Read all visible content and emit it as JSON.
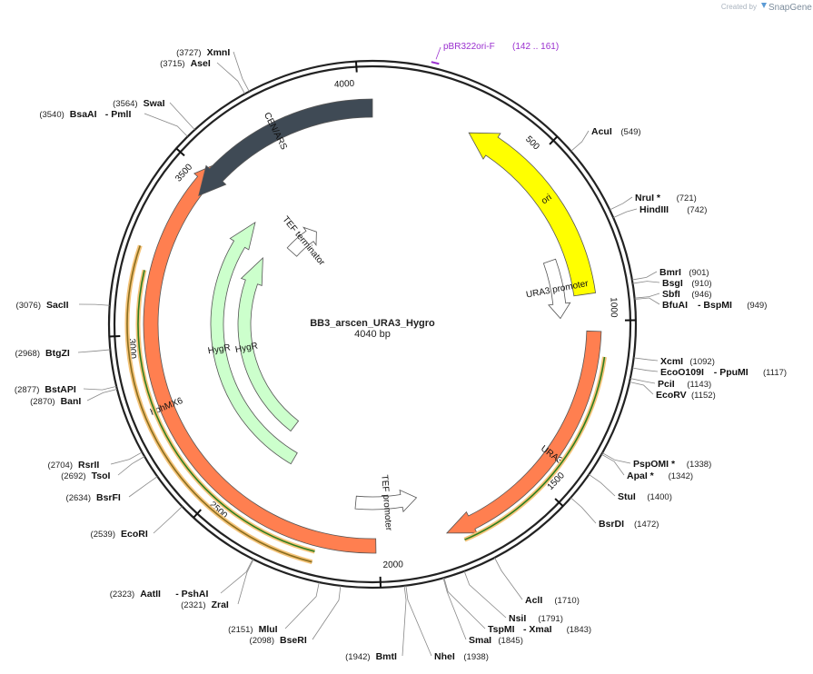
{
  "branding": {
    "created_by": "Created by",
    "app": "SnapGene"
  },
  "plasmid": {
    "name": "BB3_arscen_URA3_Hygro",
    "length_label": "4040 bp",
    "length": 4040
  },
  "ticks": [
    {
      "pos": 500,
      "label": "500"
    },
    {
      "pos": 1000,
      "label": "1000"
    },
    {
      "pos": 1500,
      "label": "1500"
    },
    {
      "pos": 2000,
      "label": "2000"
    },
    {
      "pos": 2500,
      "label": "2500"
    },
    {
      "pos": 3000,
      "label": "3000"
    },
    {
      "pos": 3500,
      "label": "3500"
    },
    {
      "pos": 4000,
      "label": "4000"
    }
  ],
  "features": [
    {
      "id": "ori",
      "label": "ori",
      "color": "#ffff00",
      "start": 300,
      "end": 920,
      "dir": -1
    },
    {
      "id": "ura3-promoter",
      "label": "URA3 promoter",
      "color": "#ffffff",
      "start": 790,
      "end": 990,
      "dir": 1
    },
    {
      "id": "ura3",
      "label": "URA3",
      "color": "#ff7f50",
      "start": 1030,
      "end": 1800,
      "dir": 1
    },
    {
      "id": "tef-promoter",
      "label": "TEF promoter",
      "color": "#ffffff",
      "start": 1860,
      "end": 2080,
      "dir": -1
    },
    {
      "id": "hygr-1",
      "label": "HygR",
      "color": "#ccffcc",
      "start": 2360,
      "end": 3490,
      "dir": 1
    },
    {
      "id": "hygr-2",
      "label": "HygR",
      "color": "#ccffcc",
      "start": 2440,
      "end": 3380,
      "dir": 1
    },
    {
      "id": "tef-terminator",
      "label": "TEF terminator",
      "color": "#ffffff",
      "start": 3500,
      "end": 3690,
      "dir": 1
    },
    {
      "id": "hphmx6",
      "label": "hphMX6",
      "color": "#ff7f50",
      "start": 2010,
      "end": 3560,
      "dir": 1
    },
    {
      "id": "cen-ars",
      "label": "CEN/ARS",
      "color": "#3f4a55",
      "start": 3440,
      "end": 4040,
      "dir": -1
    }
  ],
  "orf_lines": [
    {
      "id": "orf-ura3",
      "start": 1100,
      "end": 1760,
      "dir": 1
    },
    {
      "id": "orf-hph",
      "start": 2180,
      "end": 3180,
      "dir": -1
    },
    {
      "id": "orf-hph-outer",
      "start": 2180,
      "end": 3240,
      "dir": -1
    }
  ],
  "primer": {
    "name": "pBR322ori-F",
    "range": "(142 .. 161)",
    "start": 142,
    "end": 161
  },
  "enzymes_right": [
    {
      "names": [
        "AcuI"
      ],
      "pos_label": "(549)",
      "sites": [
        549
      ]
    },
    {
      "names": [
        "NruI *"
      ],
      "pos_label": "(721)",
      "sites": [
        721
      ]
    },
    {
      "names": [
        "HindIII"
      ],
      "pos_label": "(742)",
      "sites": [
        742
      ]
    },
    {
      "names": [
        "BmrI"
      ],
      "pos_label": "(901)",
      "sites": [
        901
      ]
    },
    {
      "names": [
        "BsgI"
      ],
      "pos_label": "(910)",
      "sites": [
        910
      ]
    },
    {
      "names": [
        "SbfI"
      ],
      "pos_label": "(946)",
      "sites": [
        946
      ]
    },
    {
      "names": [
        "BfuAI",
        "- BspMI"
      ],
      "pos_label": "(949)",
      "sites": [
        949
      ]
    },
    {
      "names": [
        "XcmI"
      ],
      "pos_label": "(1092)",
      "sites": [
        1092
      ]
    },
    {
      "names": [
        "EcoO109I",
        "- PpuMI"
      ],
      "pos_label": "(1117)",
      "sites": [
        1117
      ]
    },
    {
      "names": [
        "PciI"
      ],
      "pos_label": "(1143)",
      "sites": [
        1143
      ]
    },
    {
      "names": [
        "EcoRV"
      ],
      "pos_label": "(1152)",
      "sites": [
        1152
      ]
    },
    {
      "names": [
        "PspOMI *"
      ],
      "pos_label": "(1338)",
      "sites": [
        1338
      ]
    },
    {
      "names": [
        "ApaI *"
      ],
      "pos_label": "(1342)",
      "sites": [
        1342
      ]
    },
    {
      "names": [
        "StuI"
      ],
      "pos_label": "(1400)",
      "sites": [
        1400
      ]
    },
    {
      "names": [
        "BsrDI"
      ],
      "pos_label": "(1472)",
      "sites": [
        1472
      ]
    },
    {
      "names": [
        "AclI"
      ],
      "pos_label": "(1710)",
      "sites": [
        1710
      ]
    },
    {
      "names": [
        "NsiI"
      ],
      "pos_label": "(1791)",
      "sites": [
        1791
      ]
    },
    {
      "names": [
        "TspMI",
        "- XmaI"
      ],
      "pos_label": "(1843)",
      "sites": [
        1843
      ]
    },
    {
      "names": [
        "SmaI"
      ],
      "pos_label": "(1845)",
      "sites": [
        1845
      ]
    },
    {
      "names": [
        "NheI"
      ],
      "pos_label": "(1938)",
      "sites": [
        1938
      ]
    }
  ],
  "enzymes_left": [
    {
      "names": [
        "BmtI"
      ],
      "pos_label": "(1942)",
      "sites": [
        1942
      ]
    },
    {
      "names": [
        "BseRI"
      ],
      "pos_label": "(2098)",
      "sites": [
        2098
      ]
    },
    {
      "names": [
        "MluI"
      ],
      "pos_label": "(2151)",
      "sites": [
        2151
      ]
    },
    {
      "names": [
        "ZraI"
      ],
      "pos_label": "(2321)",
      "sites": [
        2321
      ]
    },
    {
      "names": [
        "AatII",
        "- PshAI"
      ],
      "pos_label": "(2323)",
      "sites": [
        2323
      ]
    },
    {
      "names": [
        "EcoRI"
      ],
      "pos_label": "(2539)",
      "sites": [
        2539
      ]
    },
    {
      "names": [
        "BsrFI"
      ],
      "pos_label": "(2634)",
      "sites": [
        2634
      ]
    },
    {
      "names": [
        "TsoI"
      ],
      "pos_label": "(2692)",
      "sites": [
        2692
      ]
    },
    {
      "names": [
        "RsrII"
      ],
      "pos_label": "(2704)",
      "sites": [
        2704
      ]
    },
    {
      "names": [
        "BanI"
      ],
      "pos_label": "(2870)",
      "sites": [
        2870
      ]
    },
    {
      "names": [
        "BstAPI"
      ],
      "pos_label": "(2877)",
      "sites": [
        2877
      ]
    },
    {
      "names": [
        "BtgZI"
      ],
      "pos_label": "(2968)",
      "sites": [
        2968
      ]
    },
    {
      "names": [
        "SacII"
      ],
      "pos_label": "(3076)",
      "sites": [
        3076
      ]
    },
    {
      "names": [
        "BsaAI",
        "- PmlI"
      ],
      "pos_label": "(3540)",
      "sites": [
        3540
      ]
    },
    {
      "names": [
        "SwaI"
      ],
      "pos_label": "(3564)",
      "sites": [
        3564
      ]
    },
    {
      "names": [
        "AseI"
      ],
      "pos_label": "(3715)",
      "sites": [
        3715
      ]
    },
    {
      "names": [
        "XmnI"
      ],
      "pos_label": "(3727)",
      "sites": [
        3727
      ]
    }
  ]
}
